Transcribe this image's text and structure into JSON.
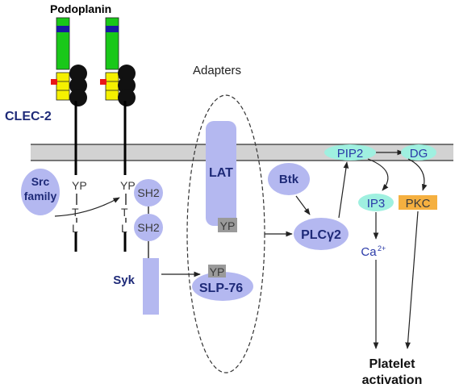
{
  "labels": {
    "ligand": "Podoplanin",
    "receptor": "CLEC-2",
    "adapters": "Adapters",
    "src": [
      "Src",
      "family"
    ],
    "syk": "Syk",
    "sh2": "SH2",
    "yp": "YP",
    "itam_t": "T",
    "itam_l": "L",
    "lat": "LAT",
    "slp76": "SLP-76",
    "btk": "Btk",
    "plc": "PLCγ2",
    "pip2": "PIP2",
    "dg": "DG",
    "ip3": "IP3",
    "pkc": "PKC",
    "ca": "Ca",
    "ca_sup": "2+",
    "outcome": [
      "Platelet",
      "activation"
    ]
  },
  "colors": {
    "receptor_green": "#19c819",
    "receptor_blue": "#1a1aa0",
    "receptor_yellow": "#f5f000",
    "receptor_red": "#e81818",
    "protein_lavender": "#b4b8f0",
    "membrane_grey": "#d2d2d2",
    "pip2_teal": "#9ff0e0",
    "pkc_orange": "#f5b040",
    "yp_grey": "#9a9a9a",
    "text_navy": "#1e2a78"
  }
}
